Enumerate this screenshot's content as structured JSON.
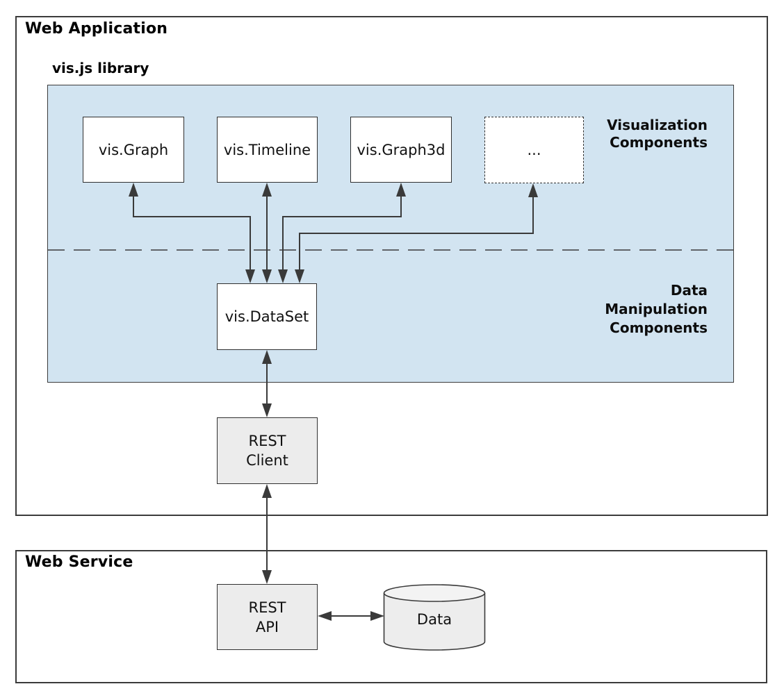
{
  "web_application": {
    "title": "Web Application"
  },
  "library": {
    "title": "vis.js library",
    "visualization_label": {
      "line1": "Visualization",
      "line2": "Components"
    },
    "data_manipulation_label": {
      "line1": "Data",
      "line2": "Manipulation",
      "line3": "Components"
    },
    "components": {
      "graph": "vis.Graph",
      "timeline": "vis.Timeline",
      "graph3d": "vis.Graph3d",
      "more": "...",
      "dataset": "vis.DataSet"
    }
  },
  "rest_client": {
    "line1": "REST",
    "line2": "Client"
  },
  "web_service": {
    "title": "Web Service",
    "rest_api": {
      "line1": "REST",
      "line2": "API"
    },
    "data_store": {
      "label": "Data"
    }
  },
  "connections": [
    {
      "from": "vis.Graph",
      "to": "vis.DataSet",
      "bidirectional": true
    },
    {
      "from": "vis.Timeline",
      "to": "vis.DataSet",
      "bidirectional": true
    },
    {
      "from": "vis.Graph3d",
      "to": "vis.DataSet",
      "bidirectional": true
    },
    {
      "from": "...",
      "to": "vis.DataSet",
      "bidirectional": true
    },
    {
      "from": "vis.DataSet",
      "to": "REST Client",
      "bidirectional": true
    },
    {
      "from": "REST Client",
      "to": "REST API",
      "bidirectional": true
    },
    {
      "from": "REST API",
      "to": "Data",
      "bidirectional": true
    }
  ],
  "colors": {
    "library_fill": "#d2e4f1",
    "panel_border": "#3b3b3b",
    "box_border": "#2f2f2f",
    "gray_fill": "#ececec",
    "connector": "#3a3a3a"
  }
}
